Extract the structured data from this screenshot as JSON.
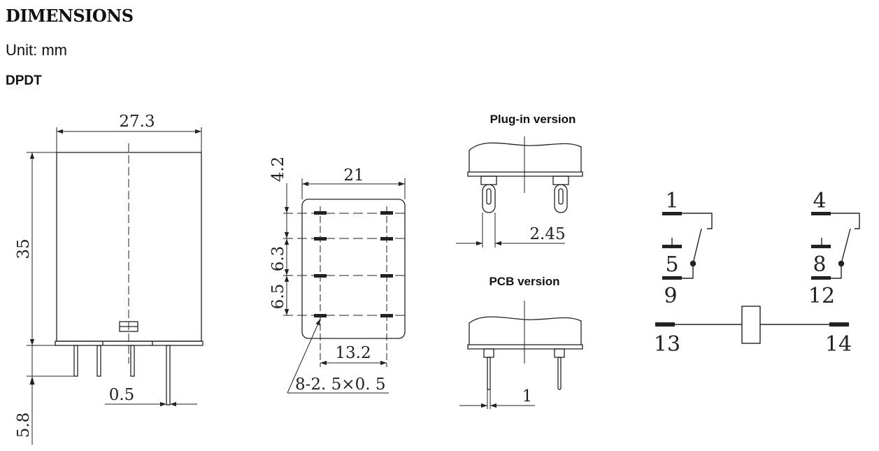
{
  "page": {
    "heading": "DIMENSIONS",
    "unit": "Unit: mm",
    "variant": "DPDT"
  },
  "dimensions": {
    "width": "27.3",
    "height": "35",
    "pin_length": "5.8",
    "pin_thickness": "0.5",
    "top_offset": "4.2",
    "pin_row_width": "21",
    "pitch_a": "6.3",
    "pitch_b": "6.5",
    "pin_row_span": "13.2",
    "hole_spec": "8-2. 5×0. 5",
    "plugin_width": "2.45",
    "pcb_width": "1"
  },
  "views": {
    "plugin_label": "Plug-in version",
    "pcb_label": "PCB version"
  },
  "schematic": {
    "pins": [
      "1",
      "5",
      "9",
      "4",
      "8",
      "12",
      "13",
      "14"
    ]
  }
}
